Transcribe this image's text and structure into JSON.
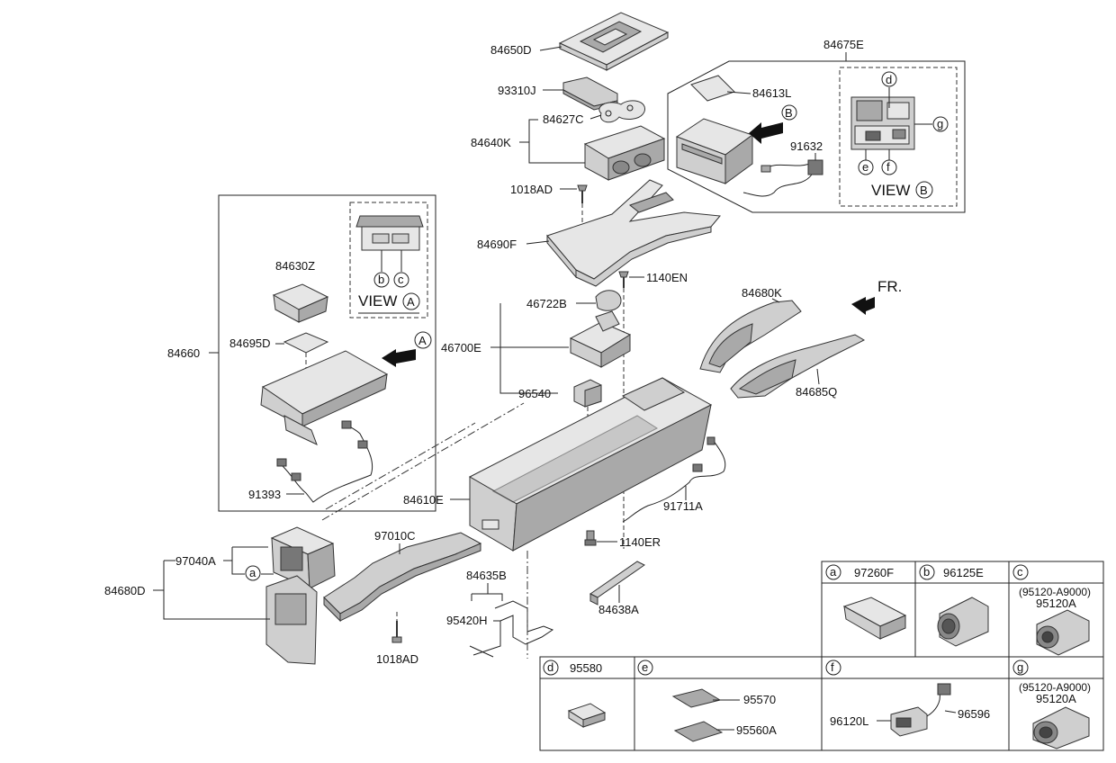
{
  "labels": {
    "l84650D": "84650D",
    "l93310J": "93310J",
    "l84627C": "84627C",
    "l84640K": "84640K",
    "l1018AD_top": "1018AD",
    "l84690F": "84690F",
    "l84675E": "84675E",
    "l84613L": "84613L",
    "l91632": "91632",
    "l1140EN": "1140EN",
    "l84680K": "84680K",
    "lFR": "FR.",
    "l46722B": "46722B",
    "l46700E": "46700E",
    "l96540": "96540",
    "l84685Q": "84685Q",
    "l84630Z": "84630Z",
    "l84695D": "84695D",
    "l84660": "84660",
    "l91393": "91393",
    "l84610E": "84610E",
    "l91711A": "91711A",
    "l1140ER": "1140ER",
    "l97040A": "97040A",
    "l97010C": "97010C",
    "l84680D": "84680D",
    "l84635B": "84635B",
    "l95420H": "95420H",
    "l84638A": "84638A",
    "l1018AD_bot": "1018AD"
  },
  "callouts": {
    "A": "A",
    "B": "B",
    "a": "a",
    "b": "b",
    "c": "c",
    "d": "d",
    "e": "e",
    "f": "f",
    "g": "g"
  },
  "views": {
    "view_a": "VIEW",
    "view_b": "VIEW"
  },
  "table": {
    "a_part": "97260F",
    "b_part": "96125E",
    "c_sub": "(95120-A9000)",
    "c_part": "95120A",
    "d_part": "95580",
    "e_part1": "95570",
    "e_part2": "95560A",
    "f_part1": "96120L",
    "f_part2": "96596",
    "g_sub": "(95120-A9000)",
    "g_part": "95120A"
  }
}
